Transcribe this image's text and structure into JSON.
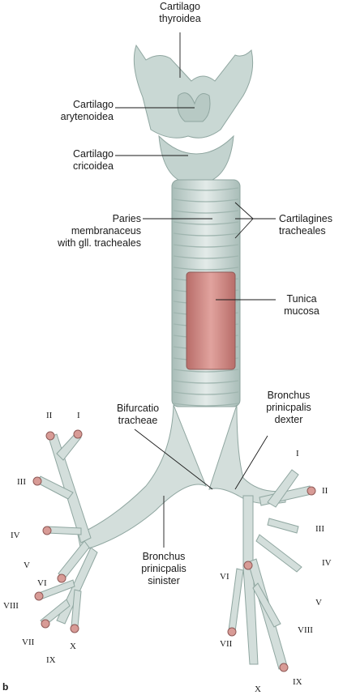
{
  "figure": {
    "panel_letter": "b",
    "colors": {
      "cartilage": "#c9d8d4",
      "cartilage_dark": "#9fb5af",
      "membrane": "#dfe6e4",
      "mucosa": "#d6928d",
      "mucosa_dark": "#b86d69",
      "line": "#1a1a1a"
    }
  },
  "labels": {
    "thyroid": [
      "Cartilago",
      "thyroidea"
    ],
    "arytenoid": [
      "Cartilago",
      "arytenoidea"
    ],
    "cricoid": [
      "Cartilago",
      "cricoidea"
    ],
    "paries": [
      "Paries",
      "membranaceus",
      "with gll. tracheales"
    ],
    "cartilagines": [
      "Cartilagines",
      "tracheales"
    ],
    "tunica": [
      "Tunica",
      "mucosa"
    ],
    "bifurcatio": [
      "Bifurcatio",
      "tracheae"
    ],
    "bronchus_dexter": [
      "Bronchus",
      "prinicpalis",
      "dexter"
    ],
    "bronchus_sinister": [
      "Bronchus",
      "prinicpalis",
      "sinister"
    ]
  },
  "segments_left": [
    "II",
    "I",
    "III",
    "IV",
    "V",
    "VI",
    "VIII",
    "VII",
    "X",
    "IX"
  ],
  "segments_right": [
    "I",
    "II",
    "III",
    "IV",
    "V",
    "VI",
    "VIII",
    "VII",
    "IX",
    "X"
  ]
}
